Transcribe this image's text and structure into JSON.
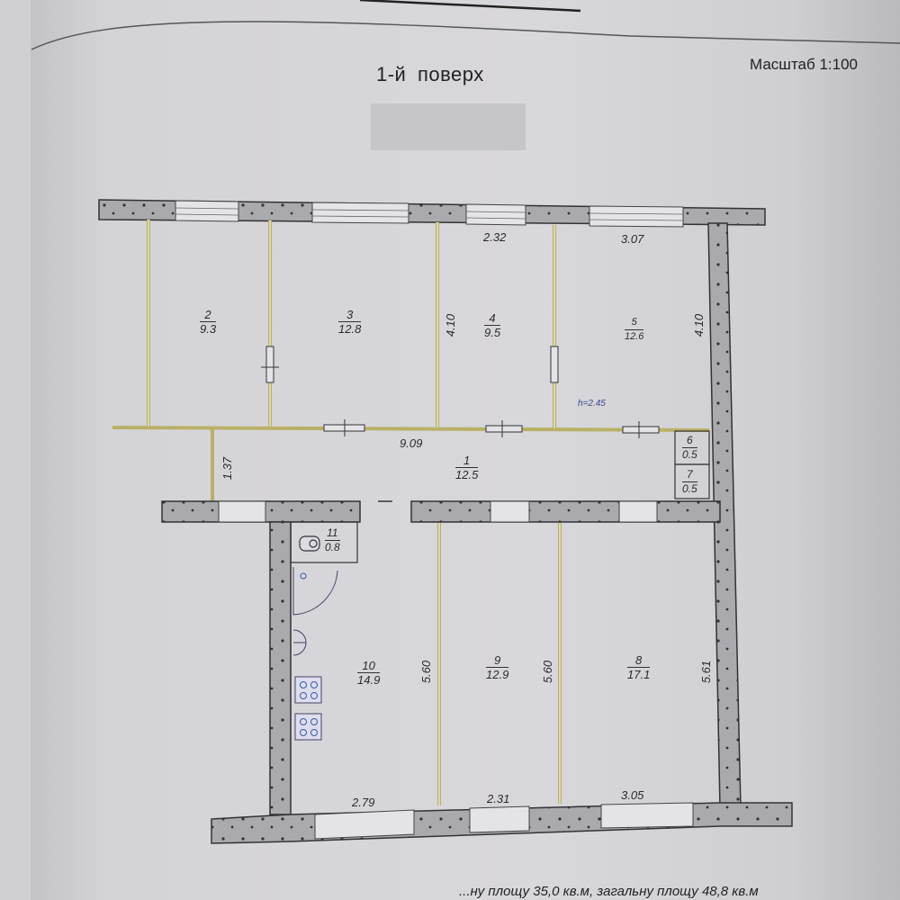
{
  "header": {
    "title": "1-й  поверх",
    "scale": "Масштаб 1:100"
  },
  "footer": {
    "text": "...ну площу 35,0 кв.м, загальну площу 48,8 кв.м"
  },
  "height_note": "h=2.45",
  "rooms": [
    {
      "id": "1",
      "area": "12.5"
    },
    {
      "id": "2",
      "area": "9.3"
    },
    {
      "id": "3",
      "area": "12.8"
    },
    {
      "id": "4",
      "area": "9.5"
    },
    {
      "id": "5",
      "area": "12.6"
    },
    {
      "id": "6",
      "area": "0.5"
    },
    {
      "id": "7",
      "area": "0.5"
    },
    {
      "id": "8",
      "area": "17.1"
    },
    {
      "id": "9",
      "area": "12.9"
    },
    {
      "id": "10",
      "area": "14.9"
    },
    {
      "id": "11",
      "area": "0.8"
    }
  ],
  "dimensions": {
    "top_room4_width": "2.32",
    "top_room5_width": "3.07",
    "room4_height": "4.10",
    "room5_height": "4.10",
    "corridor_length": "9.09",
    "corridor_width": "1.37",
    "room10_height": "5.60",
    "room9_height": "5.60",
    "room8_height": "5.61",
    "bottom_room10_width": "2.79",
    "bottom_room9_width": "2.31",
    "bottom_room8_width": "3.05"
  },
  "colors": {
    "wall_fill": "#a9a9ae",
    "partition": "#c8c070",
    "paper": "#d8d7db",
    "ink": "#2a2a2e"
  }
}
